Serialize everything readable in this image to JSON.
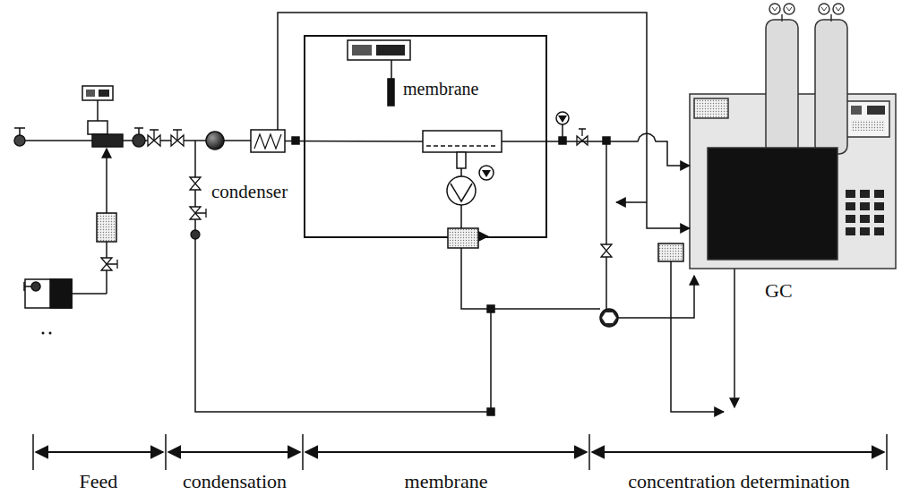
{
  "diagram": {
    "nodes": [
      {
        "text": [
          "condenser"
        ]
      },
      {
        "text": [
          "membrane"
        ]
      },
      {
        "text": [
          "GC"
        ]
      }
    ],
    "edges": [
      {
        "from": 0,
        "to": 1,
        "arrow": "none"
      },
      {
        "from": 1,
        "to": 2,
        "arrow": "to"
      },
      {
        "from": 0,
        "to": 2,
        "arrow": "to"
      }
    ],
    "labels": [
      "Feed",
      "condensation",
      "membrane",
      "concentration determination"
    ]
  }
}
